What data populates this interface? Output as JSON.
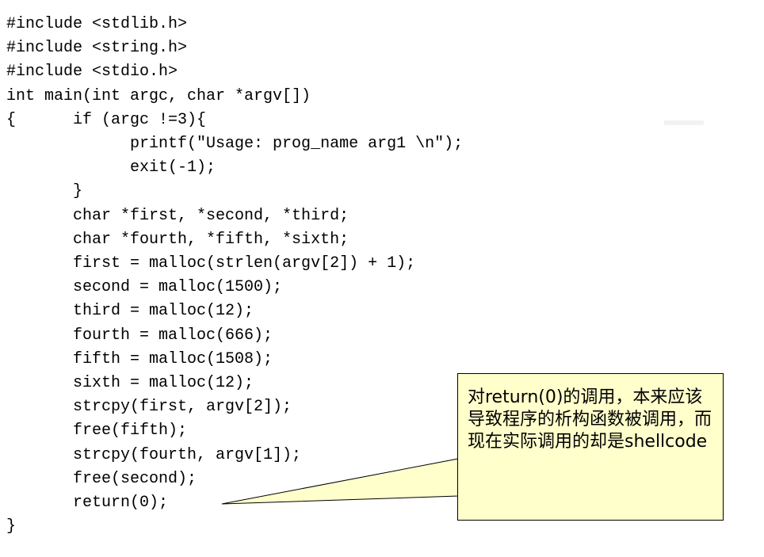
{
  "code_lines": [
    "#include <stdlib.h>",
    "#include <string.h>",
    "#include <stdio.h>",
    "int main(int argc, char *argv[])",
    "{      if (argc !=3){",
    "             printf(\"Usage: prog_name arg1 \\n\");",
    "             exit(-1);",
    "       }",
    "       char *first, *second, *third;",
    "       char *fourth, *fifth, *sixth;",
    "       first = malloc(strlen(argv[2]) + 1);",
    "       second = malloc(1500);",
    "       third = malloc(12);",
    "       fourth = malloc(666);",
    "       fifth = malloc(1508);",
    "       sixth = malloc(12);",
    "       strcpy(first, argv[2]);",
    "       free(fifth);",
    "       strcpy(fourth, argv[1]);",
    "       free(second);",
    "       return(0);",
    "}"
  ],
  "callout": {
    "text": "对return(0)的调用，本来应该导致程序的析构函数被调用，而现在实际调用的却是shellcode"
  },
  "colors": {
    "callout_fill": "#ffffcc",
    "text": "#000000",
    "background": "#ffffff"
  }
}
